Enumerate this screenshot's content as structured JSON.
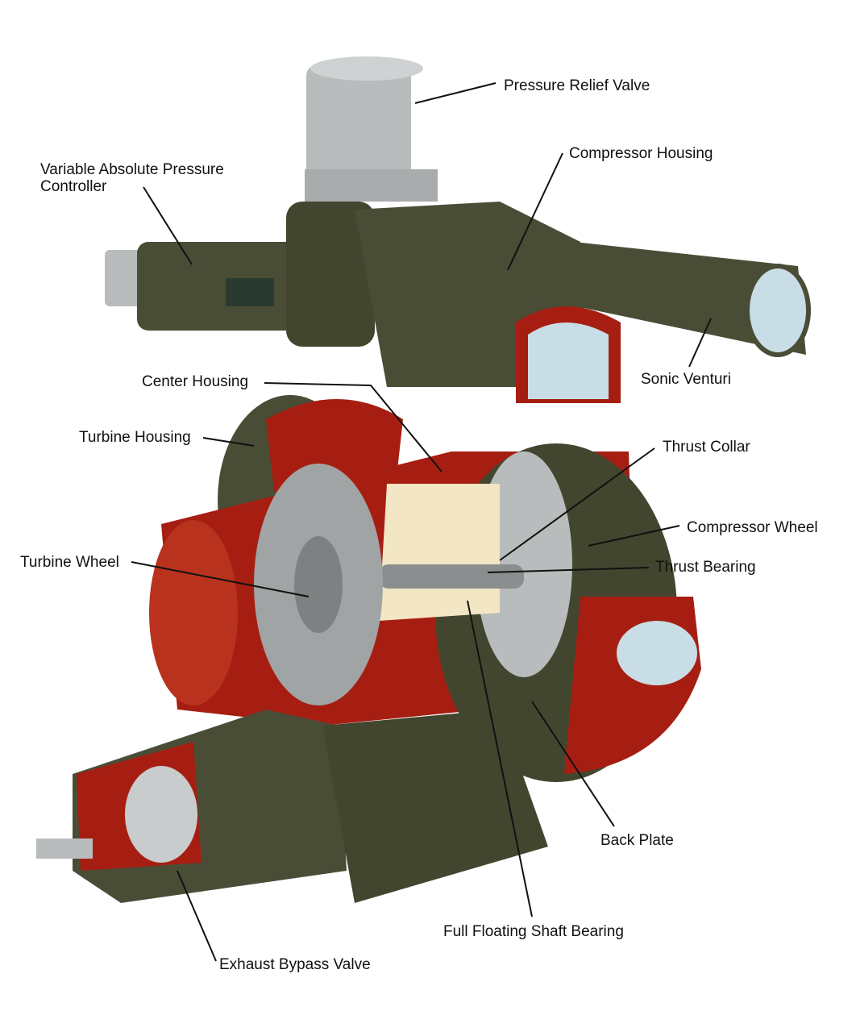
{
  "colors": {
    "housing": "#4a4d36",
    "cutaway": "#a61e12",
    "interior": "#c9dde6",
    "bearing": "#f2e6c4",
    "metal": "#b8bcbc",
    "line": "#111111"
  },
  "labels": [
    {
      "id": "pressure-relief-valve",
      "text": "Pressure Relief Valve"
    },
    {
      "id": "compressor-housing",
      "text": "Compressor Housing"
    },
    {
      "id": "variable-absolute-pressure-controller",
      "text": "Variable Absolute Pressure",
      "text2": "Controller"
    },
    {
      "id": "sonic-venturi",
      "text": "Sonic Venturi"
    },
    {
      "id": "center-housing",
      "text": "Center Housing"
    },
    {
      "id": "turbine-housing",
      "text": "Turbine Housing"
    },
    {
      "id": "thrust-collar",
      "text": "Thrust Collar"
    },
    {
      "id": "compressor-wheel",
      "text": "Compressor Wheel"
    },
    {
      "id": "turbine-wheel",
      "text": "Turbine Wheel"
    },
    {
      "id": "thrust-bearing",
      "text": "Thrust Bearing"
    },
    {
      "id": "back-plate",
      "text": "Back Plate"
    },
    {
      "id": "full-floating-shaft-bearing",
      "text": "Full Floating Shaft Bearing"
    },
    {
      "id": "exhaust-bypass-valve",
      "text": "Exhaust Bypass Valve"
    }
  ]
}
